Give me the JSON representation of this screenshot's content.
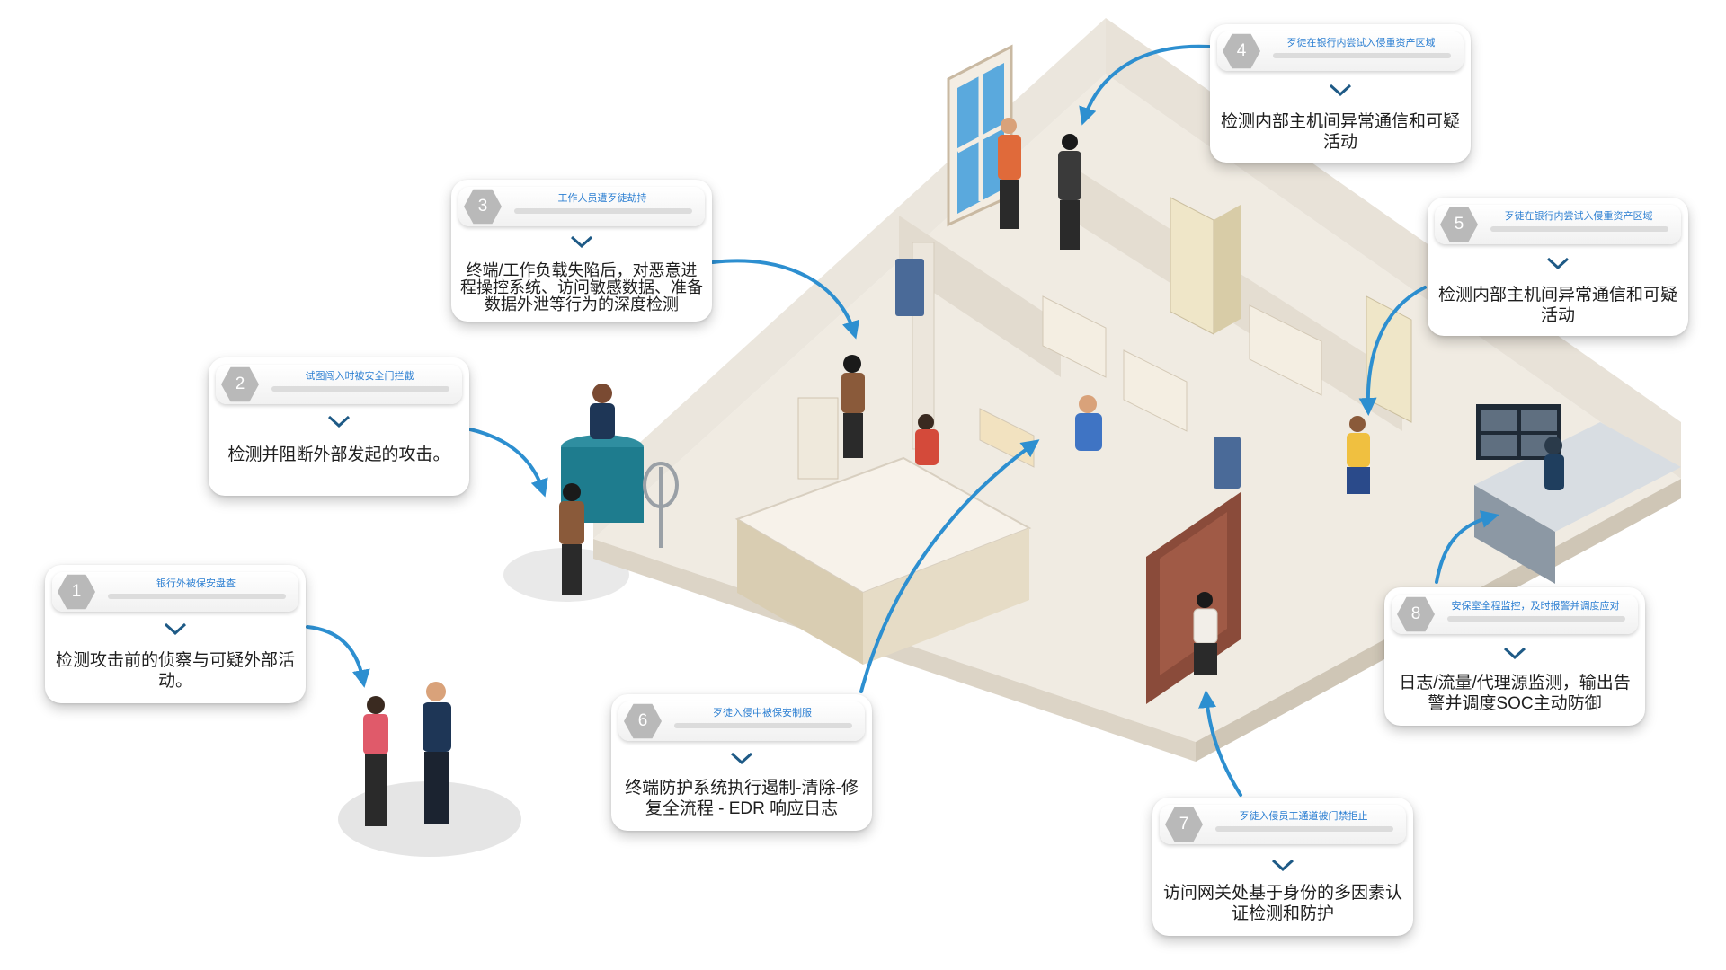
{
  "cards": [
    {
      "num": "1",
      "tag": "银行外被保安盘查",
      "text": "检测攻击前的侦察与可疑外部活动。"
    },
    {
      "num": "2",
      "tag": "试图闯入时被安全门拦截",
      "text": "检测并阻断外部发起的攻击。"
    },
    {
      "num": "3",
      "tag": "工作人员遭歹徒劫持",
      "text": "终端/工作负载失陷后，对恶意进程操控系统、访问敏感数据、准备数据外泄等行为的深度检测"
    },
    {
      "num": "4",
      "tag": "歹徒在银行内尝试入侵重资产区域",
      "text": "检测内部主机间异常通信和可疑活动"
    },
    {
      "num": "5",
      "tag": "歹徒在银行内尝试入侵重资产区域",
      "text": "检测内部主机间异常通信和可疑活动"
    },
    {
      "num": "6",
      "tag": "歹徒入侵中被保安制服",
      "text": "终端防护系统执行遏制-清除-修复全流程 - EDR 响应日志"
    },
    {
      "num": "7",
      "tag": "歹徒入侵员工通道被门禁拒止",
      "text": "访问网关处基于身份的多因素认证检测和防护"
    },
    {
      "num": "8",
      "tag": "安保室全程监控，及时报警并调度应对",
      "text": "日志/流量/代理源监测，输出告警并调度SOC主动防御"
    }
  ],
  "colors": {
    "arrow": "#2d8fd0",
    "tag": "#2c7fd2",
    "floor": "#f0ebe2",
    "wall": "#e6e0d6"
  }
}
